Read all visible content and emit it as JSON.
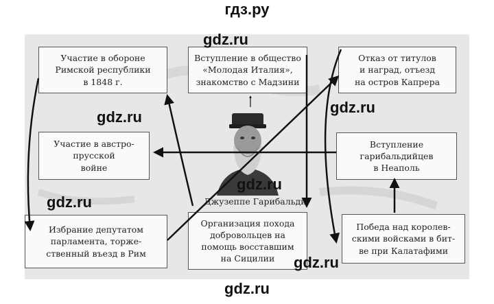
{
  "header": {
    "site": "гдз.ру"
  },
  "footer": {
    "site": "gdz.ru"
  },
  "watermark": "gdz.ru",
  "caption": "Джузеппе Гарибальди",
  "boxes": {
    "defense": "Участие в обороне\nРимской республики\nв 1848 г.",
    "young_italy": "Вступление в общество\n«Молодая Италия»,\nзнакомство с Мадзини",
    "refusal": "Отказ от титулов\nи наград, отъезд\nна остров Капрера",
    "austro_war": "Участие в австро-\nпрусской\nвойне",
    "naples": "Вступление\nгарибальдийцев\nв Неаполь",
    "deputy": "Избрание депутатом\nпарламента, торже-\nственный въезд в Рим",
    "sicily": "Организация похода\nдобровольцев на\nпомощь восставшим\nна Сицилии",
    "victory": "Победа над королев-\nскими войсками в бит-\nве при Калатафими"
  }
}
